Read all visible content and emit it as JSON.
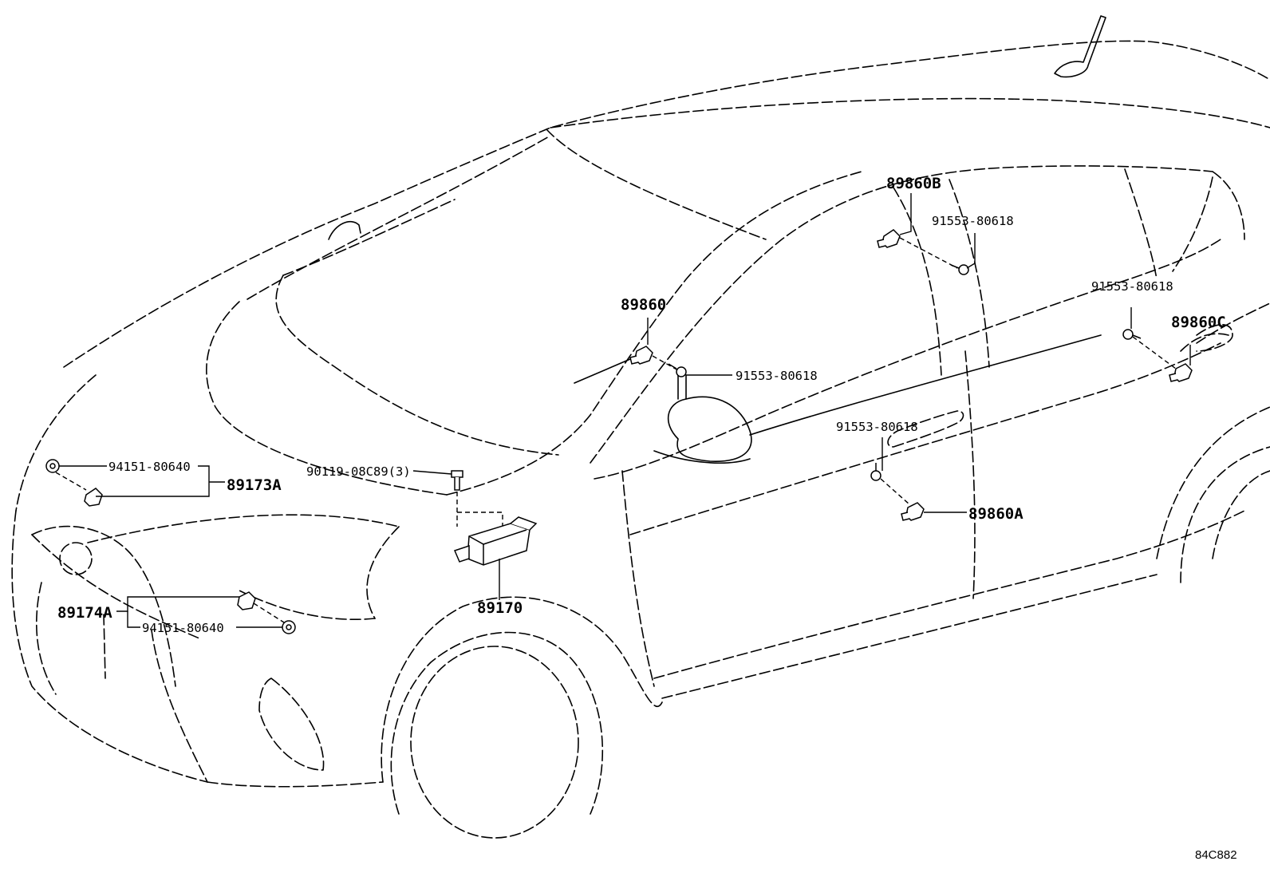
{
  "labels": {
    "p89860B": "89860B",
    "p91553_top": "91553-80618",
    "p89860": "89860",
    "p91553_pillar": "91553-80618",
    "p91553_rear": "91553-80618",
    "p89860C": "89860C",
    "p91553_door": "91553-80618",
    "p89860A": "89860A",
    "p94151_upper": "94151-80640",
    "p89173A": "89173A",
    "p90119": "90119-08C89(3)",
    "p89170": "89170",
    "p89174A": "89174A",
    "p94151_lower": "94151-80640"
  },
  "figure_code": "84C882"
}
